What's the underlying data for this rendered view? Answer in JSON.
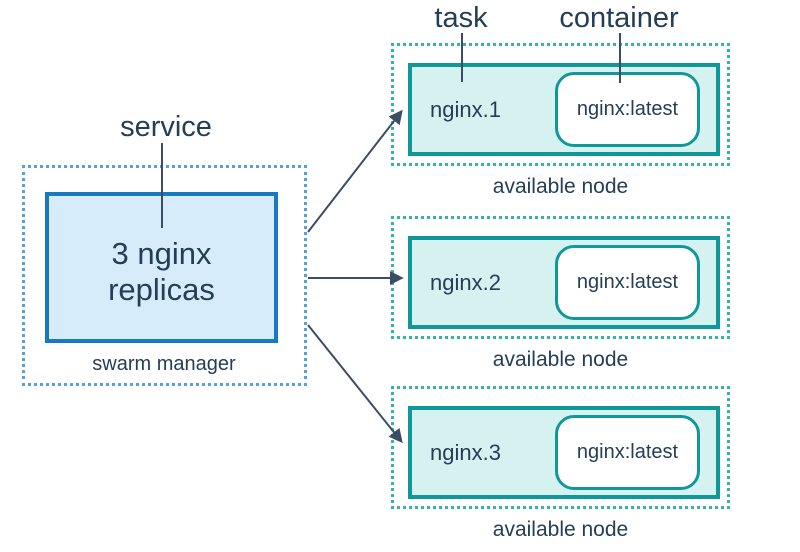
{
  "title_labels": {
    "service": "service",
    "task": "task",
    "container": "container"
  },
  "manager": {
    "replicas_text": "3 nginx\nreplicas",
    "caption": "swarm manager"
  },
  "nodes": [
    {
      "task_name": "nginx.1",
      "container_image": "nginx:latest",
      "caption": "available node"
    },
    {
      "task_name": "nginx.2",
      "container_image": "nginx:latest",
      "caption": "available node"
    },
    {
      "task_name": "nginx.3",
      "container_image": "nginx:latest",
      "caption": "available node"
    }
  ],
  "colors": {
    "text": "#243e56",
    "manager_dotted_border": "#5aa0d8",
    "manager_box_border": "#1779be",
    "manager_box_fill": "#d7ecfa",
    "node_dotted_border": "#38b3ac",
    "node_box_border": "#109898",
    "node_box_fill": "#d5f2f1",
    "container_pill_fill": "#ffffff",
    "arrow": "#3b4d63"
  }
}
